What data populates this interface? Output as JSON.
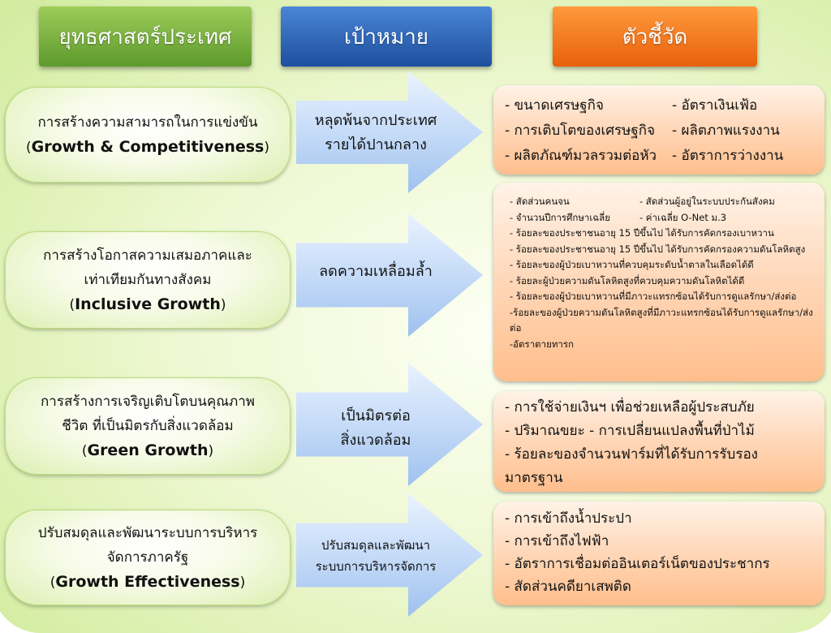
{
  "headers": {
    "strategy": "ยุทธศาสตร์ประเทศ",
    "goal": "เป้าหมาย",
    "indicator": "ตัวชี้วัด"
  },
  "rows": [
    {
      "strategy_th": "การสร้างความสามารถในการแข่งขัน",
      "strategy_th_2": "",
      "strategy_en": "Growth & Competitiveness",
      "goal_1": "หลุดพ้นจากประเทศ",
      "goal_2": "รายได้ปานกลาง",
      "indicators": [
        [
          "- ขนาดเศรษฐกิจ",
          "- อัตราเงินเฟ้อ"
        ],
        [
          "- การเติบโตของเศรษฐกิจ",
          "- ผลิตภาพแรงงาน"
        ],
        [
          "- ผลิตภัณฑ์มวลรวมต่อหัว",
          "- อัตราการว่างงาน"
        ]
      ]
    },
    {
      "strategy_th": "การสร้างโอกาสความเสมอภาคและ",
      "strategy_th_2": "เท่าเทียมกันทางสังคม",
      "strategy_en": "Inclusive Growth",
      "goal_1": "ลดความเหลื่อมล้ำ",
      "goal_2": "",
      "indicators_pairs": [
        [
          "- สัดส่วนคนจน",
          "- สัดส่วนผู้อยู่ในระบบประกันสังคม"
        ],
        [
          "- จำนวนปีการศึกษาเฉลี่ย",
          "- ค่าเฉลี่ย O-Net ม.3"
        ]
      ],
      "indicators_lines": [
        "- ร้อยละของประชาชนอายุ 15 ปีขึ้นไป ได้รับการคัดกรองเบาหวาน",
        "- ร้อยละของประชาชนอายุ 15 ปีขึ้นไป ได้รับการคัดกรองความดันโลหิตสูง",
        "- ร้อยละของผู้ป่วยเบาหวานที่ควบคุมระดับน้ำตาลในเลือดได้ดี",
        "- ร้อยละผู้ป่วยความดันโลหิตสูงที่ควบคุมความดันโลหิตได้ดี",
        "- ร้อยละของผู้ป่วยเบาหวานที่มีภาวะแทรกซ้อนได้รับการดูแลรักษา/ส่งต่อ",
        "-ร้อยละของผู้ป่วยความดันโลหิตสูงที่มีภาวะแทรกซ้อนได้รับการดูแลรักษา/ส่งต่อ",
        "-อัตราตายทารก"
      ]
    },
    {
      "strategy_th": "การสร้างการเจริญเติบโตบนคุณภาพ",
      "strategy_th_2": "ชีวิต ที่เป็นมิตรกับสิ่งแวดล้อม",
      "strategy_en": "Green Growth",
      "goal_1": "เป็นมิตรต่อ",
      "goal_2": "สิ่งแวดล้อม",
      "indicators_lines": [
        "- การใช้จ่ายเงินฯ เพื่อช่วยเหลือผู้ประสบภัย",
        "- ปริมาณขยะ   - การเปลี่ยนแปลงพื้นที่ป่าไม้",
        "- ร้อยละของจำนวนฟาร์มที่ได้รับการรับรองมาตรฐาน"
      ]
    },
    {
      "strategy_th": "ปรับสมดุลและพัฒนาระบบการบริหาร",
      "strategy_th_2": "จัดการภาครัฐ",
      "strategy_en": "Growth Effectiveness",
      "goal_1": "ปรับสมดุลและพัฒนา",
      "goal_2": "ระบบการบริหารจัดการ",
      "indicators_lines": [
        "- การเข้าถึงน้ำประปา",
        "- การเข้าถึงไฟฟ้า",
        "- อัตราการเชื่อมต่ออินเตอร์เน็ตของประชากร",
        "- สัดส่วนคดียาเสพติด"
      ]
    }
  ]
}
